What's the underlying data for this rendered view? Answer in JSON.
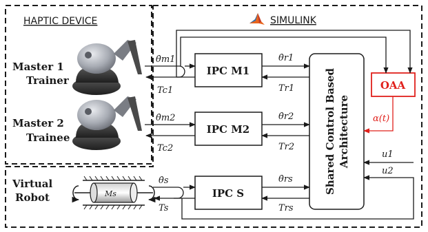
{
  "sections": {
    "haptic_title": "HAPTIC DEVICE",
    "simulink_title": "SIMULINK"
  },
  "devices": {
    "master1_line1": "Master 1",
    "master1_line2": "Trainer",
    "master2_line1": "Master 2",
    "master2_line2": "Trainee",
    "robot_line1": "Virtual",
    "robot_line2": "Robot",
    "mass_label": "Ms"
  },
  "blocks": {
    "ipc_m1": "IPC M1",
    "ipc_m2": "IPC M2",
    "ipc_s": "IPC S",
    "shared_line1": "Shared Control Based",
    "shared_line2": "Architecture",
    "oaa": "OAA"
  },
  "signals": {
    "theta_m1": "θ̇m1",
    "tc1": "Tc1",
    "theta_r1": "θ̇r1",
    "tr1": "Tr1",
    "theta_m2": "θ̇m2",
    "tc2": "Tc2",
    "theta_r2": "θ̇r2",
    "tr2": "Tr2",
    "theta_s": "θ̇s",
    "ts": "Ts",
    "theta_rs": "θ̇rs",
    "trs": "Trs",
    "alpha": "α(t)",
    "u1": "u1",
    "u2": "u2"
  },
  "colors": {
    "line": "#1a1a1a",
    "accent_red": "#e0201b",
    "matlab_orange": "#e8651e",
    "matlab_blue": "#2a6fb0",
    "device_dark": "#3a3a3a",
    "device_silver": "#b9bcc2"
  }
}
